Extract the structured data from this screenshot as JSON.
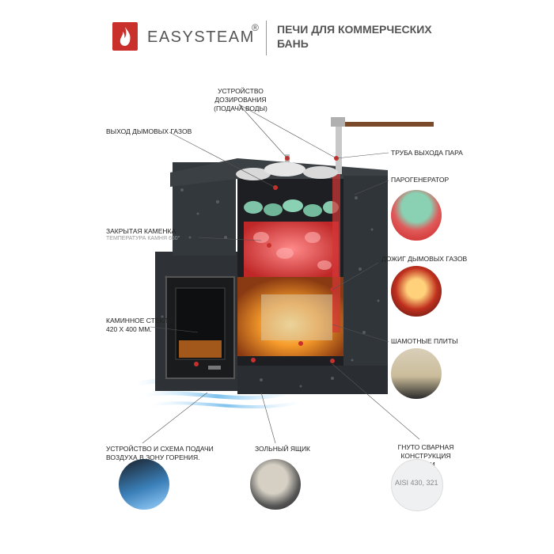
{
  "header": {
    "brand": "EASYSTEAM",
    "registered": "®",
    "subtitle_line1": "ПЕЧИ ДЛЯ КОММЕРЧЕСКИХ",
    "subtitle_line2": "БАНЬ",
    "brand_color": "#c9302c"
  },
  "labels": {
    "dosing_line1": "Устройство дозирования",
    "dosing_line2": "(подача воды)",
    "flue_gas_outlet": "Выход дымовых газов",
    "steam_pipe": "Труба выхода пара",
    "steam_generator": "Парогенератор",
    "closed_stones_line1": "Закрытая каменка",
    "closed_stones_line2": "Температура камня 650°",
    "afterburn": "Дожиг дымовых газов",
    "glass_line1": "Каминное стекло",
    "glass_line2": "420 х 400 мм.",
    "chamotte": "Шамотные плиты",
    "air_supply_line1": "Устройство и схема подачи",
    "air_supply_line2": "воздуха в зону горения.",
    "ash_box": "Зольный ящик",
    "bent_welded_line1": "Гнуто сварная",
    "bent_welded_line2": "конструкция печи",
    "steel_grade": "AISI 430, 321"
  },
  "colors": {
    "stone": "#2e3236",
    "fire": "#f07a1c",
    "red_stones": "#e04848",
    "air": "#5fb3e8",
    "pointer": "#c9302c"
  }
}
